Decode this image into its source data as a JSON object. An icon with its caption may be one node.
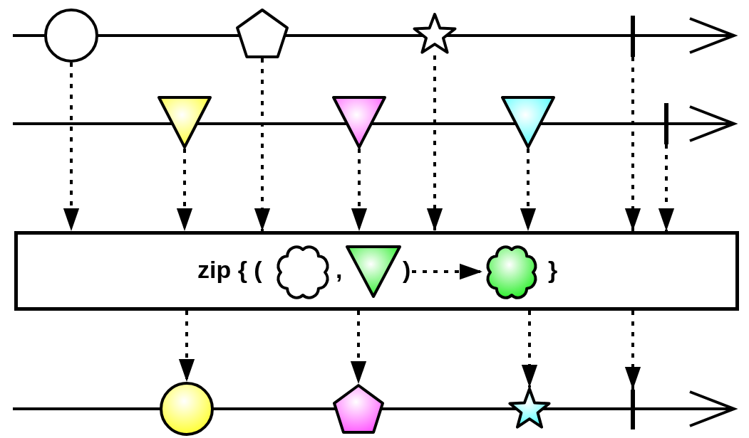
{
  "diagram": {
    "nodes": [
      {
        "text": [],
        "shape": "circle"
      },
      {
        "text": [],
        "shape": "pentagon"
      },
      {
        "text": [],
        "shape": "star"
      },
      {
        "text": [],
        "shape": "bar"
      },
      {
        "text": [],
        "shape": "triangle"
      },
      {
        "text": [],
        "shape": "triangle"
      },
      {
        "text": [],
        "shape": "triangle"
      },
      {
        "text": [],
        "shape": "bar"
      },
      {
        "text": [
          "zip { (",
          ",",
          ")",
          "}"
        ]
      },
      {
        "text": [],
        "shape": "cloud",
        "in": 8
      },
      {
        "text": [],
        "shape": "triangle",
        "in": 8
      },
      {
        "text": [],
        "shape": "cloud",
        "in": 8
      },
      {
        "text": [],
        "shape": "circle"
      },
      {
        "text": [],
        "shape": "pentagon"
      },
      {
        "text": [],
        "shape": "star"
      },
      {
        "text": [],
        "shape": "bar"
      }
    ],
    "edges": [
      {
        "from": 0,
        "to": 8,
        "arrow": "to",
        "style": "dashed"
      },
      {
        "from": 4,
        "to": 8,
        "arrow": "to",
        "style": "dashed"
      },
      {
        "from": 1,
        "to": 8,
        "arrow": "to",
        "style": "dashed"
      },
      {
        "from": 5,
        "to": 8,
        "arrow": "to",
        "style": "dashed"
      },
      {
        "from": 2,
        "to": 8,
        "arrow": "to",
        "style": "dashed"
      },
      {
        "from": 6,
        "to": 8,
        "arrow": "to",
        "style": "dashed"
      },
      {
        "from": 3,
        "to": 8,
        "arrow": "to",
        "style": "dashed"
      },
      {
        "from": 7,
        "to": 8,
        "arrow": "to",
        "style": "dashed"
      },
      {
        "from": null,
        "to": 11,
        "arrow": "to",
        "style": "dashed"
      },
      {
        "from": 8,
        "to": 12,
        "arrow": "to",
        "style": "dashed"
      },
      {
        "from": 8,
        "to": 13,
        "arrow": "to",
        "style": "dashed"
      },
      {
        "from": 8,
        "to": 14,
        "arrow": "to",
        "style": "dashed"
      },
      {
        "from": 8,
        "to": 15,
        "arrow": "to",
        "style": "dashed"
      }
    ]
  }
}
